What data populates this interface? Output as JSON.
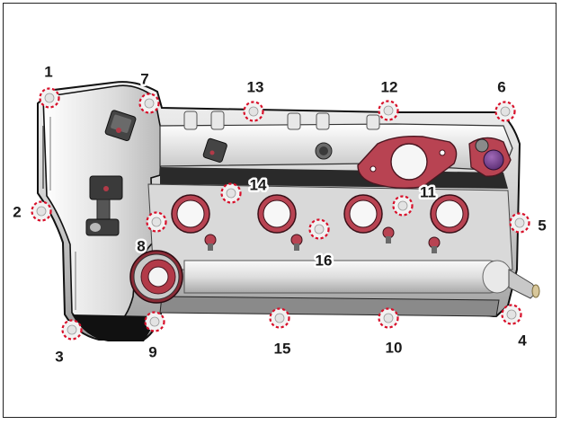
{
  "figure": {
    "colors": {
      "marker_ring": "#d8102a",
      "gasket": "#b23a48",
      "cover_body": "#c9c9c9",
      "outline": "#111111"
    },
    "bolts": [
      {
        "id": "1",
        "label": "1"
      },
      {
        "id": "2",
        "label": "2"
      },
      {
        "id": "3",
        "label": "3"
      },
      {
        "id": "4",
        "label": "4"
      },
      {
        "id": "5",
        "label": "5"
      },
      {
        "id": "6",
        "label": "6"
      },
      {
        "id": "7",
        "label": "7"
      },
      {
        "id": "8",
        "label": "8"
      },
      {
        "id": "9",
        "label": "9"
      },
      {
        "id": "10",
        "label": "10"
      },
      {
        "id": "11",
        "label": "11"
      },
      {
        "id": "12",
        "label": "12"
      },
      {
        "id": "13",
        "label": "13"
      },
      {
        "id": "14",
        "label": "14"
      },
      {
        "id": "15",
        "label": "15"
      },
      {
        "id": "16",
        "label": "16"
      }
    ]
  }
}
